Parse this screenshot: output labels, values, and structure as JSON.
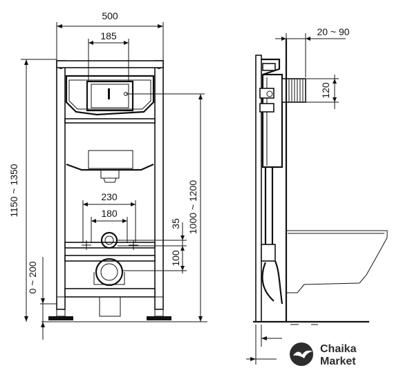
{
  "dimensions": {
    "frame_width": "500",
    "flush_plate_width": "185",
    "total_height": "1150 ~ 1350",
    "mount_height": "1000 ~ 1200",
    "feet_adjust": "0 ~ 200",
    "bolt_spacing_outer": "230",
    "bolt_spacing_inner": "180",
    "pipe_offset": "35",
    "drain_offset": "100",
    "wall_depth": "20 ~ 90",
    "flush_box": "120"
  },
  "watermark": {
    "line1": "Chaika",
    "line2": "Market"
  }
}
